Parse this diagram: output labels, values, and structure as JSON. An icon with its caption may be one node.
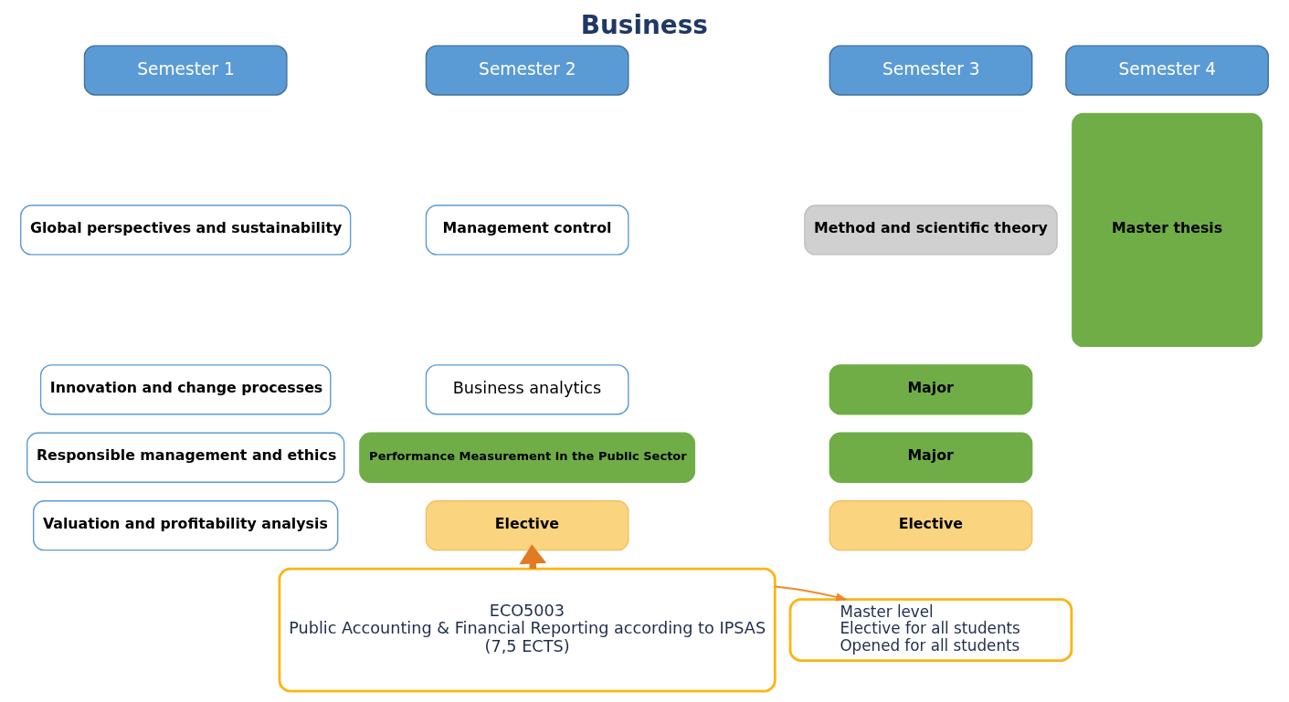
{
  "diagram": {
    "title": "Business",
    "nodes": [
      {
        "text": [
          "Semester 1"
        ]
      },
      {
        "text": [
          "Semester 2"
        ]
      },
      {
        "text": [
          "Semester 3"
        ]
      },
      {
        "text": [
          "Semester 4"
        ]
      },
      {
        "text": [
          "Global perspectives and sustainability"
        ]
      },
      {
        "text": [
          "Management control"
        ]
      },
      {
        "text": [
          "Method and scientific theory"
        ]
      },
      {
        "text": [
          "Master thesis"
        ]
      },
      {
        "text": [
          "Innovation and change processes"
        ]
      },
      {
        "text": [
          "Business analytics"
        ]
      },
      {
        "text": [
          "Major"
        ]
      },
      {
        "text": [
          "Responsible management and ethics"
        ]
      },
      {
        "text": [
          "Performance Measurement in the Public Sector"
        ]
      },
      {
        "text": [
          "Major"
        ]
      },
      {
        "text": [
          "Valuation and profitability analysis"
        ]
      },
      {
        "text": [
          "Elective"
        ]
      },
      {
        "text": [
          "Elective"
        ]
      },
      {
        "text": [
          "ECO5003",
          "Public Accounting & Financial Reporting according to IPSAS",
          "(7,5 ECTS)"
        ]
      },
      {
        "text": [
          "Master level",
          "Elective for all students",
          "Opened for all students"
        ]
      }
    ],
    "edges": [
      {
        "from": 17,
        "to": 15,
        "arrow": "to",
        "style": "thick",
        "color": "#e07b24"
      },
      {
        "from": 17,
        "to": 18,
        "arrow": "to",
        "color": "#f0892a"
      }
    ]
  }
}
